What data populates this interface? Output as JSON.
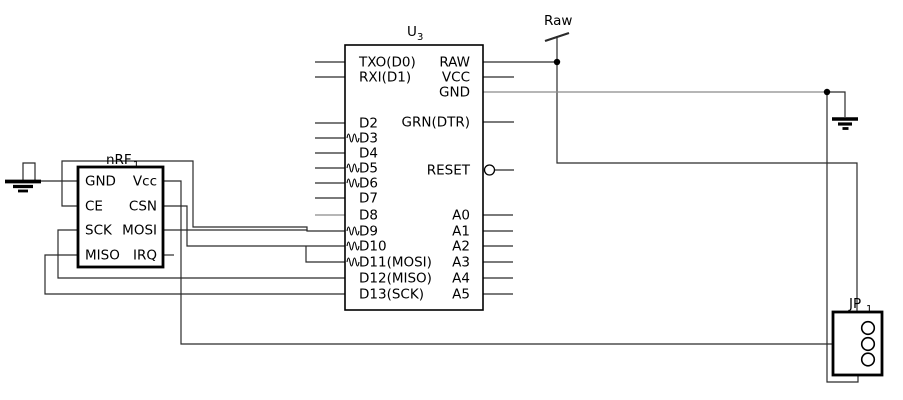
{
  "u3": {
    "designator": "U",
    "designator_sub": "3",
    "left_pins": [
      {
        "name": "TXO(D0)",
        "pwm": false
      },
      {
        "name": "RXI(D1)",
        "pwm": false
      },
      {
        "name": "D2",
        "pwm": false
      },
      {
        "name": "D3",
        "pwm": true
      },
      {
        "name": "D4",
        "pwm": false
      },
      {
        "name": "D5",
        "pwm": true
      },
      {
        "name": "D6",
        "pwm": true
      },
      {
        "name": "D7",
        "pwm": false
      },
      {
        "name": "D8",
        "pwm": false
      },
      {
        "name": "D9",
        "pwm": true
      },
      {
        "name": "D10",
        "pwm": true
      },
      {
        "name": "D11(MOSI)",
        "pwm": true
      },
      {
        "name": "D12(MISO)",
        "pwm": false
      },
      {
        "name": "D13(SCK)",
        "pwm": false
      }
    ],
    "right_pins": [
      "RAW",
      "VCC",
      "GND",
      "GRN(DTR)",
      "RESET",
      "A0",
      "A1",
      "A2",
      "A3",
      "A4",
      "A5"
    ]
  },
  "nrf1": {
    "designator": "nRF",
    "designator_sub": "1",
    "left_pins": [
      "GND",
      "CE",
      "SCK",
      "MISO"
    ],
    "right_pins": [
      "Vcc",
      "CSN",
      "MOSI",
      "IRQ"
    ]
  },
  "jp1": {
    "designator": "JP",
    "designator_sub": "1"
  },
  "net_labels": {
    "raw": "Raw"
  },
  "colors": {
    "wire": "#2b2b2b",
    "faint": "#8a8a8a",
    "border": "#000000",
    "background": "#ffffff"
  }
}
